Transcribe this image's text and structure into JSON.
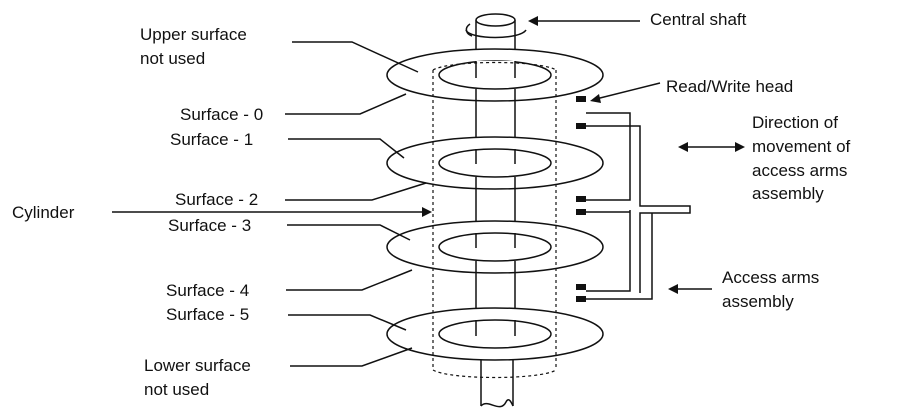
{
  "labels": {
    "central_shaft": "Central shaft",
    "upper_surface_line1": "Upper surface",
    "upper_surface_line2": "not used",
    "read_write_head": "Read/Write head",
    "surface_0": "Surface - 0",
    "surface_1": "Surface - 1",
    "surface_2": "Surface - 2",
    "surface_3": "Surface - 3",
    "surface_4": "Surface - 4",
    "surface_5": "Surface - 5",
    "cylinder": "Cylinder",
    "direction_line1": "Direction of",
    "direction_line2": "movement of",
    "direction_line3": "access arms",
    "direction_line4": "assembly",
    "access_arms_line1": "Access arms",
    "access_arms_line2": "assembly",
    "lower_surface_line1": "Lower surface",
    "lower_surface_line2": "not used"
  },
  "colors": {
    "line": "#111111",
    "background": "#ffffff"
  }
}
